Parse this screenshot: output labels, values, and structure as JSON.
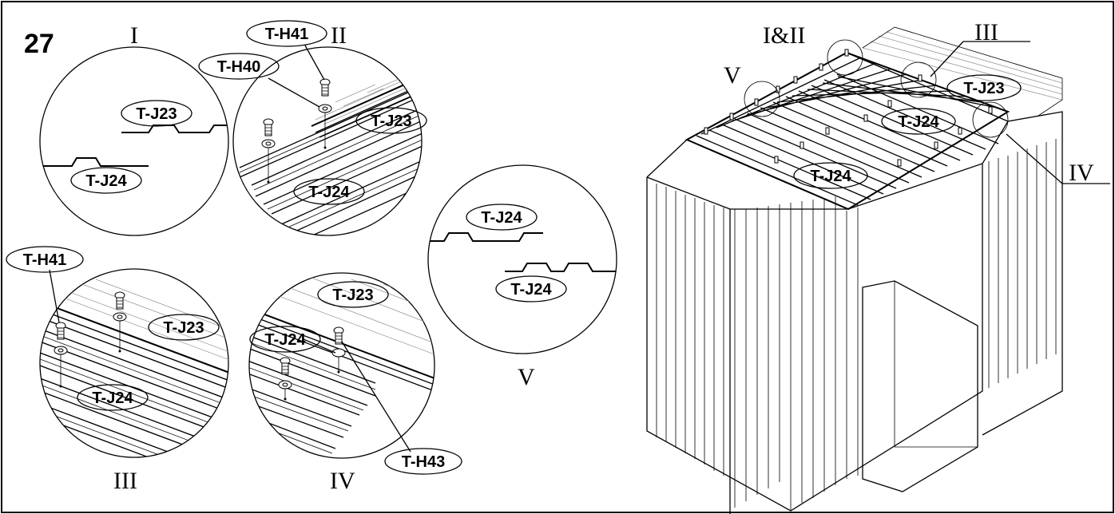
{
  "step_number": "27",
  "detail_views": {
    "I": {
      "roman": "I",
      "labels": [
        "T-J23",
        "T-J24"
      ]
    },
    "II": {
      "roman": "II",
      "labels": [
        "T-H41",
        "T-H40",
        "T-J23",
        "T-J24"
      ]
    },
    "III": {
      "roman": "III",
      "labels": [
        "T-H41",
        "T-J23",
        "T-J24"
      ]
    },
    "IV": {
      "roman": "IV",
      "labels": [
        "T-J23",
        "T-J24",
        "T-H43"
      ]
    },
    "V": {
      "roman": "V",
      "labels": [
        "T-J24",
        "T-J24"
      ]
    }
  },
  "main_view": {
    "callouts": [
      "I&II",
      "III",
      "V",
      "IV"
    ],
    "labels": [
      "T-J23",
      "T-J24",
      "T-J24"
    ]
  }
}
